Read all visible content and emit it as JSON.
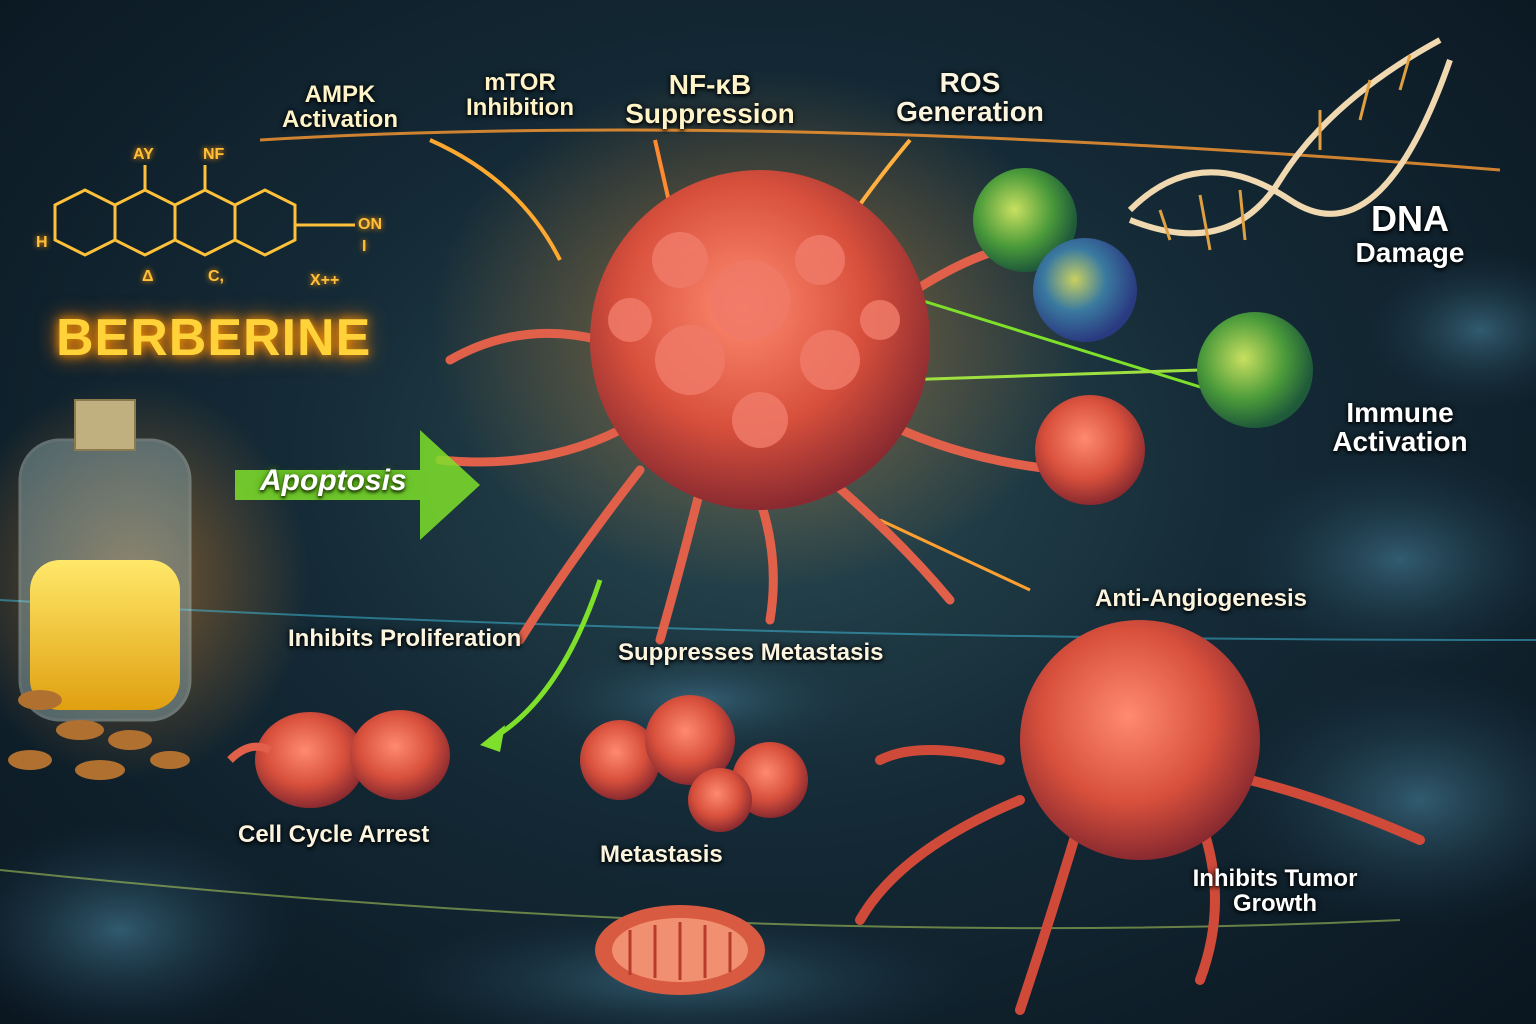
{
  "title": "BERBERINE",
  "molecule": {
    "name": "BERBERINE",
    "atom_labels": [
      "AY",
      "NF",
      "H",
      "ON",
      "I",
      "Δ",
      "C,",
      "X++"
    ],
    "color": "#ffc13a"
  },
  "pathways_top": [
    {
      "line1": "AMPK",
      "line2": "Activation"
    },
    {
      "line1": "mTOR",
      "line2": "Inhibition"
    },
    {
      "line1": "NF-κB",
      "line2": "Suppression"
    },
    {
      "line1": "ROS",
      "line2": "Generation"
    }
  ],
  "effects": {
    "apoptosis": "Apoptosis",
    "dna_damage": {
      "line1": "DNA",
      "line2": "Damage"
    },
    "immune_activation": {
      "line1": "Immune",
      "line2": "Activation"
    },
    "anti_angiogenesis": "Anti-Angiogenesis",
    "inhibits_proliferation": "Inhibits Proliferation",
    "suppresses_metastasis": "Suppresses Metastasis",
    "cell_cycle_arrest": "Cell Cycle Arrest",
    "metastasis": "Metastasis",
    "inhibits_tumor_growth": {
      "line1": "Inhibits Tumor",
      "line2": "Growth"
    }
  },
  "colors": {
    "background": "#142a36",
    "tumor_cell": "#e8604a",
    "immune_cell_green": "#5aa83a",
    "immune_cell_blue": "#3a6aa0",
    "arrow_green": "#7ee02a",
    "glow_orange": "#ff9a00"
  }
}
